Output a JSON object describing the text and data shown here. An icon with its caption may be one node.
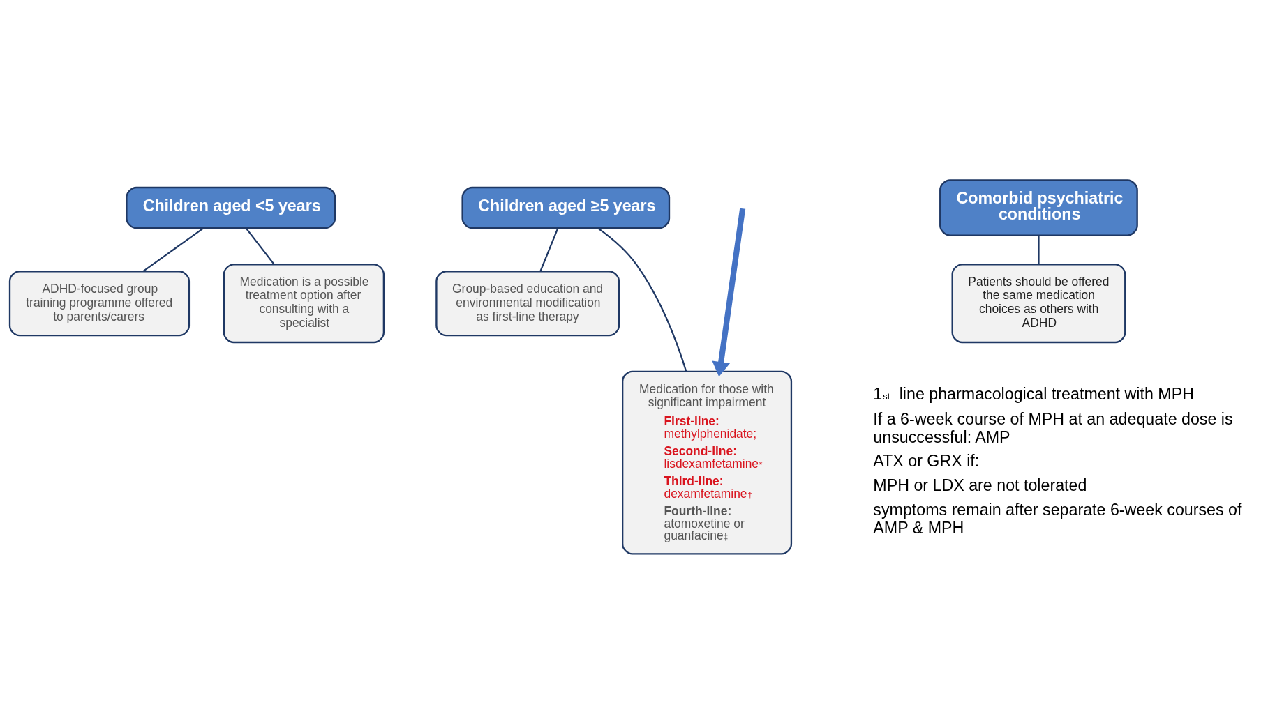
{
  "diagram": {
    "nodes": [
      {
        "text": [
          "Children aged <5 years"
        ]
      },
      {
        "text": [
          "ADHD-focused group training programme offered to parents/carers"
        ]
      },
      {
        "text": [
          "Medication is a possible treatment option after consulting with a specialist"
        ]
      },
      {
        "text": [
          "Children aged ≥5 years"
        ]
      },
      {
        "text": [
          "Group-based education and environmental modification as first-line therapy"
        ]
      },
      {
        "text": [
          "Medication for those with significant impairment",
          "**First-line:** methylphenidate;",
          "**Second-line:** lisdexamfetamine$^{*}$",
          "**Third-line:** dexamfetamine$^{†}$",
          "**Fourth-line:** atomoxetine or guanfacine$^{‡}$"
        ]
      },
      {
        "text": [
          "Comorbid psychiatric conditions"
        ]
      },
      {
        "text": [
          "Patients should be offered the same medication choices as others with ADHD"
        ]
      }
    ],
    "edges": [
      {
        "from": 0,
        "to": 1,
        "arrow": "none"
      },
      {
        "from": 0,
        "to": 2,
        "arrow": "none"
      },
      {
        "from": 3,
        "to": 4,
        "arrow": "none"
      },
      {
        "from": 3,
        "to": 5,
        "arrow": "none"
      },
      {
        "from": 6,
        "to": 7,
        "arrow": "none"
      },
      {
        "from": null,
        "to": 5,
        "arrow": "to",
        "style": "thick",
        "color": "#4472c4"
      }
    ],
    "labels": [
      "1$^{st}$ line pharmacological treatment with MPH",
      "If a 6-week course of MPH at an adequate dose is unsuccessful: AMP",
      "ATX or GRX if:",
      "MPH or LDX are not tolerated",
      "symptoms remain after separate 6-week courses of AMP & MPH"
    ]
  }
}
